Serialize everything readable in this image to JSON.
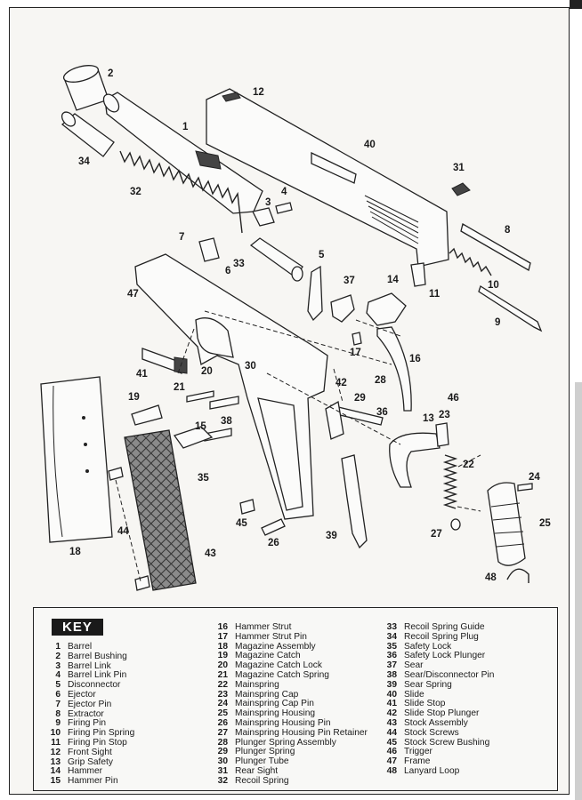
{
  "callouts": {
    "c1": "1",
    "c2": "2",
    "c3": "3",
    "c4": "4",
    "c5": "5",
    "c6": "6",
    "c7": "7",
    "c8": "8",
    "c9": "9",
    "c10": "10",
    "c11": "11",
    "c12": "12",
    "c13": "13",
    "c14": "14",
    "c15": "15",
    "c16": "16",
    "c17": "17",
    "c18": "18",
    "c19": "19",
    "c20": "20",
    "c21": "21",
    "c22": "22",
    "c23": "23",
    "c24": "24",
    "c25": "25",
    "c26": "26",
    "c27": "27",
    "c28": "28",
    "c29": "29",
    "c30": "30",
    "c31": "31",
    "c32": "32",
    "c33": "33",
    "c34": "34",
    "c35": "35",
    "c36": "36",
    "c37": "37",
    "c38": "38",
    "c39": "39",
    "c40": "40",
    "c41": "41",
    "c42": "42",
    "c43": "43",
    "c44": "44",
    "c45": "45",
    "c46": "46",
    "c47": "47",
    "c48": "48"
  },
  "key": {
    "title": "KEY",
    "items": [
      {
        "n": "1",
        "label": "Barrel"
      },
      {
        "n": "2",
        "label": "Barrel Bushing"
      },
      {
        "n": "3",
        "label": "Barrel Link"
      },
      {
        "n": "4",
        "label": "Barrel Link Pin"
      },
      {
        "n": "5",
        "label": "Disconnector"
      },
      {
        "n": "6",
        "label": "Ejector"
      },
      {
        "n": "7",
        "label": "Ejector Pin"
      },
      {
        "n": "8",
        "label": "Extractor"
      },
      {
        "n": "9",
        "label": "Firing Pin"
      },
      {
        "n": "10",
        "label": "Firing Pin Spring"
      },
      {
        "n": "11",
        "label": "Firing Pin Stop"
      },
      {
        "n": "12",
        "label": "Front Sight"
      },
      {
        "n": "13",
        "label": "Grip Safety"
      },
      {
        "n": "14",
        "label": "Hammer"
      },
      {
        "n": "15",
        "label": "Hammer Pin"
      },
      {
        "n": "16",
        "label": "Hammer Strut"
      },
      {
        "n": "17",
        "label": "Hammer Strut Pin"
      },
      {
        "n": "18",
        "label": "Magazine Assembly"
      },
      {
        "n": "19",
        "label": "Magazine Catch"
      },
      {
        "n": "20",
        "label": "Magazine Catch Lock"
      },
      {
        "n": "21",
        "label": "Magazine Catch Spring"
      },
      {
        "n": "22",
        "label": "Mainspring"
      },
      {
        "n": "23",
        "label": "Mainspring Cap"
      },
      {
        "n": "24",
        "label": "Mainspring Cap Pin"
      },
      {
        "n": "25",
        "label": "Mainspring Housing"
      },
      {
        "n": "26",
        "label": "Mainspring Housing Pin"
      },
      {
        "n": "27",
        "label": "Mainspring Housing Pin Retainer"
      },
      {
        "n": "28",
        "label": "Plunger Spring Assembly"
      },
      {
        "n": "29",
        "label": "Plunger Spring"
      },
      {
        "n": "30",
        "label": "Plunger Tube"
      },
      {
        "n": "31",
        "label": "Rear Sight"
      },
      {
        "n": "32",
        "label": "Recoil Spring"
      },
      {
        "n": "33",
        "label": "Recoil Spring Guide"
      },
      {
        "n": "34",
        "label": "Recoil Spring Plug"
      },
      {
        "n": "35",
        "label": "Safety Lock"
      },
      {
        "n": "36",
        "label": "Safety Lock Plunger"
      },
      {
        "n": "37",
        "label": "Sear"
      },
      {
        "n": "38",
        "label": "Sear/Disconnector Pin"
      },
      {
        "n": "39",
        "label": "Sear Spring"
      },
      {
        "n": "40",
        "label": "Slide"
      },
      {
        "n": "41",
        "label": "Slide Stop"
      },
      {
        "n": "42",
        "label": "Slide Stop Plunger"
      },
      {
        "n": "43",
        "label": "Stock Assembly"
      },
      {
        "n": "44",
        "label": "Stock Screws"
      },
      {
        "n": "45",
        "label": "Stock Screw Bushing"
      },
      {
        "n": "46",
        "label": "Trigger"
      },
      {
        "n": "47",
        "label": "Frame"
      },
      {
        "n": "48",
        "label": "Lanyard Loop"
      }
    ]
  }
}
